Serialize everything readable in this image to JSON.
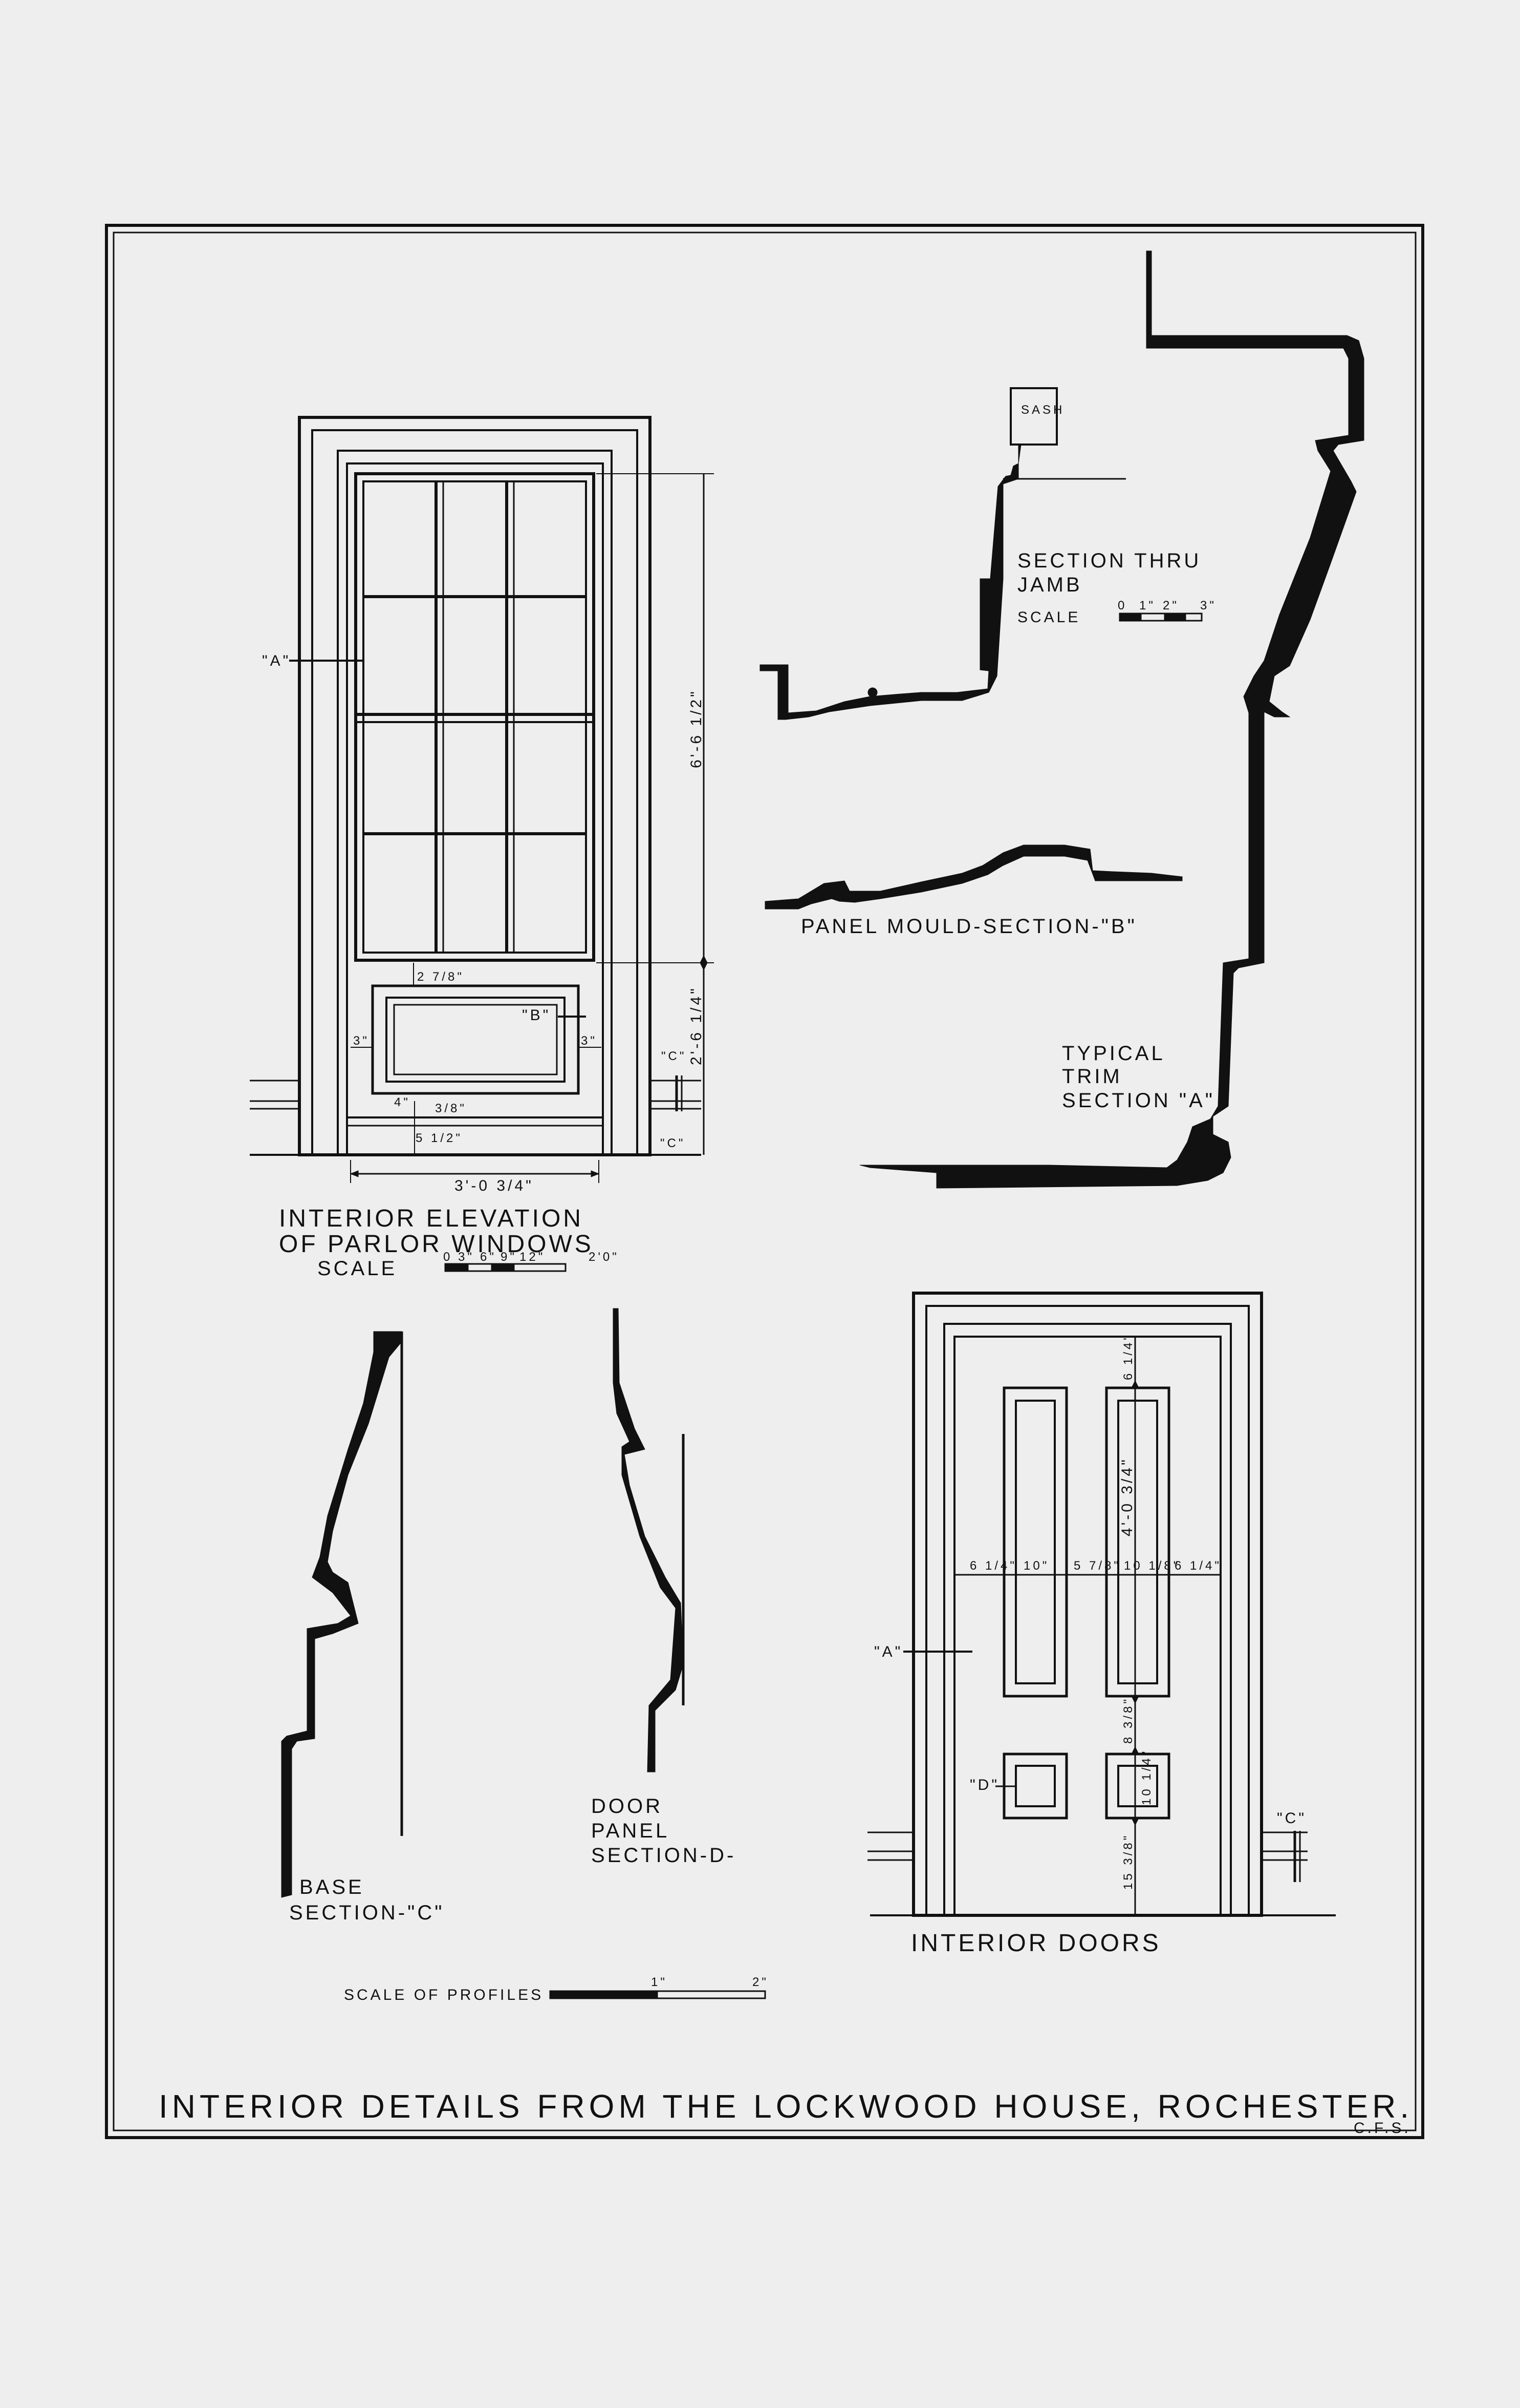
{
  "labels": {
    "title": "INTERIOR DETAILS FROM THE LOCKWOOD HOUSE, ROCHESTER.",
    "initials": "C.F.S.",
    "parlor_title_1": "INTERIOR ELEVATION",
    "parlor_title_2": "OF PARLOR WINDOWS",
    "parlor_scale": "SCALE",
    "parlor_scale_ticks": [
      "0",
      "3\"",
      "6\"",
      "9\"",
      "12\"",
      "2'0\""
    ],
    "sash": "SASH",
    "jamb_1": "SECTION THRU",
    "jamb_2": "JAMB",
    "jamb_scale": "SCALE",
    "jamb_scale_ticks": [
      "0",
      "1\"",
      "2\"",
      "3\""
    ],
    "panel_mould": "PANEL MOULD-SECTION-\"B\"",
    "trim_1": "TYPICAL",
    "trim_2": "TRIM",
    "trim_3": "SECTION \"A\"",
    "base_1": "BASE",
    "base_2": "SECTION-\"C\"",
    "door_panel_1": "DOOR",
    "door_panel_2": "PANEL",
    "door_panel_3": "SECTION-D-",
    "doors_title": "INTERIOR DOORS",
    "profiles_scale": "SCALE OF PROFILES",
    "profiles_ticks": [
      "1\"",
      "2\""
    ],
    "marker_a": "\"A\"",
    "marker_b": "\"B\"",
    "marker_c": "\"C\"",
    "marker_d": "\"D\""
  },
  "dimensions": {
    "window_height": "6'-6 1/2\"",
    "panel_height": "2'-6 1/4\"",
    "window_width": "3'-0 3/4\"",
    "panel_top": "2 7/8\"",
    "panel_side_left": "3\"",
    "panel_side_right": "3\"",
    "rail_4": "4\"",
    "rail_3_8": "3/8\"",
    "bottom_5_half": "5 1/2\"",
    "door_top": "6 1/4\"",
    "door_panel_h": "4'-0 3/4\"",
    "door_w1": "6 1/4\"",
    "door_w2": "10\"",
    "door_w3": "5 7/8\"",
    "door_w4": "10 1/8\"",
    "door_w5": "6 1/4\"",
    "door_mid": "8 3/8\"",
    "door_small": "10 1/4\"",
    "door_bottom": "15 3/8\""
  }
}
